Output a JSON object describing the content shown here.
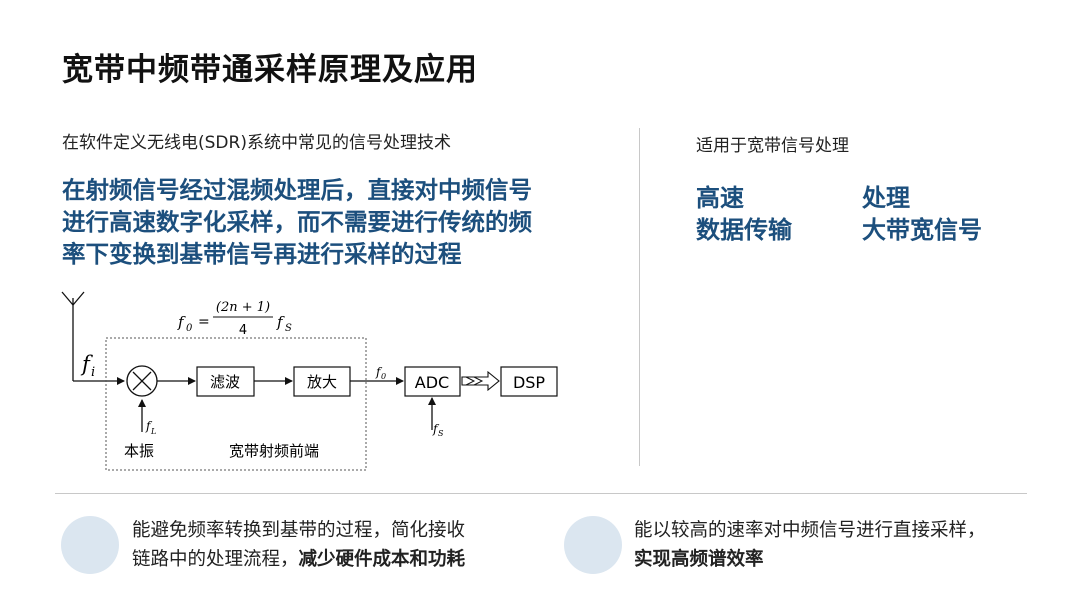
{
  "title": "宽带中频带通采样原理及应用",
  "subtitle": "在软件定义无线电(SDR)系统中常见的信号处理技术",
  "headline": [
    "在射频信号经过混频处理后，直接对中频信号",
    "进行高速数字化采样，而不需要进行传统的频",
    "率下变换到基带信号再进行采样的过程"
  ],
  "right": {
    "title": "适用于宽带信号处理",
    "keywords": [
      "高速",
      "处理",
      "数据传输",
      "大带宽信号"
    ]
  },
  "diagram": {
    "formula": {
      "lhs": "f",
      "lhs_sub": "0",
      "equals": "=",
      "numerator": "(2n + 1)",
      "denominator": "4",
      "rhs": "f",
      "rhs_sub": "S"
    },
    "input_label": "f",
    "input_sub": "i",
    "mixer_symbol": "×",
    "filter_label": "滤波",
    "amp_label": "放大",
    "out_label": "f",
    "out_sub": "0",
    "adc_label": "ADC",
    "dsp_label": "DSP",
    "lo_label": "f",
    "lo_sub": "L",
    "lo_text": "本振",
    "clock_label": "f",
    "clock_sub": "S",
    "frontend_label": "宽带射频前端"
  },
  "bottom": {
    "left": {
      "line1": "能避免频率转换到基带的过程，简化接收",
      "line2_normal": "链路中的处理流程，",
      "line2_bold": "减少硬件成本和功耗"
    },
    "right": {
      "line1": "能以较高的速率对中频信号进行直接采样，",
      "line2_bold": "实现高频谱效率"
    }
  }
}
